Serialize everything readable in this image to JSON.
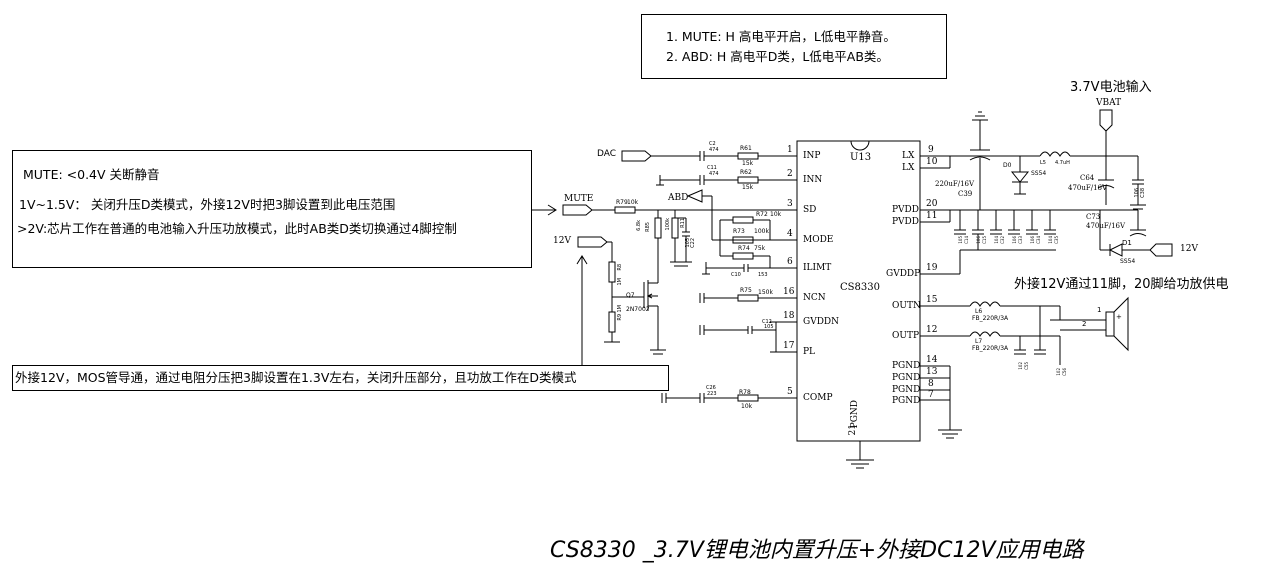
{
  "title": "CS8330 _3.7V锂电池内置升压+外接DC12V应用电路",
  "notes": {
    "mode_note": [
      "1. MUTE: H 高电平开启，L低电平静音。",
      "2. ABD: H 高电平D类，L低电平AB类。"
    ],
    "mute_note": [
      "MUTE: <0.4V 关断静音",
      "1V~1.5V： 关闭升压D类模式，外接12V时把3脚设置到此电压范围",
      ">2V:芯片工作在普通的电池输入升压功放模式，此时AB类D类切换通过4脚控制"
    ],
    "ext12v_note": "外接12V，MOS管导通，通过电阻分压把3脚设置在1.3V左右，关闭升压部分，且功放工作在D类模式"
  },
  "annotations": {
    "battery_input": "3.7V电池输入",
    "pin11_note": "外接12V通过11脚，20脚给功放供电"
  },
  "ic": {
    "ref": "U13",
    "part": "CS8330",
    "pgnd_bottom": "PGND",
    "left_pins": [
      {
        "num": "1",
        "name": "INP"
      },
      {
        "num": "2",
        "name": "INN"
      },
      {
        "num": "3",
        "name": "SD"
      },
      {
        "num": "4",
        "name": "MODE"
      },
      {
        "num": "6",
        "name": "ILIMT"
      },
      {
        "num": "16",
        "name": "NCN"
      },
      {
        "num": "18",
        "name": "GVDDN"
      },
      {
        "num": "17",
        "name": "PL"
      },
      {
        "num": "5",
        "name": "COMP"
      }
    ],
    "right_pins": [
      {
        "num": "9",
        "name": "LX"
      },
      {
        "num": "10",
        "name": "LX"
      },
      {
        "num": "20",
        "name": "PVDD"
      },
      {
        "num": "11",
        "name": "PVDD"
      },
      {
        "num": "19",
        "name": "GVDDP"
      },
      {
        "num": "15",
        "name": "OUTN"
      },
      {
        "num": "12",
        "name": "OUTP"
      },
      {
        "num": "14",
        "name": "PGND"
      },
      {
        "num": "13",
        "name": "PGND"
      },
      {
        "num": "8",
        "name": "PGND"
      },
      {
        "num": "7",
        "name": "PGND"
      }
    ],
    "bottom_pin": "21"
  },
  "nets": {
    "dac": "DAC",
    "mute": "MUTE",
    "abd": "ABD",
    "v12_left": "12V",
    "v12_right": "12V",
    "vbat": "VBAT"
  },
  "parts": {
    "C2": {
      "ref": "C2",
      "value": "474"
    },
    "C11": {
      "ref": "C11",
      "value": "474"
    },
    "R61": {
      "ref": "R61",
      "value": "15k"
    },
    "R62": {
      "ref": "R62",
      "value": "15k"
    },
    "R79": {
      "ref": "R79",
      "value": "10k"
    },
    "R85": {
      "ref": "R85",
      "value": "6.8k"
    },
    "R11": {
      "ref": "R11",
      "value": "100k"
    },
    "C22": {
      "ref": "C22",
      "value": "105"
    },
    "R72": {
      "ref": "R72",
      "value": "10k"
    },
    "R73": {
      "ref": "R73",
      "value": "100k"
    },
    "R74": {
      "ref": "R74",
      "value": "75k"
    },
    "C10": {
      "ref": "C10",
      "value": "153"
    },
    "R8": {
      "ref": "R8",
      "value": "1M"
    },
    "R9": {
      "ref": "R9",
      "value": "1M"
    },
    "Q7": {
      "ref": "Q7",
      "value": "2N7002"
    },
    "R75": {
      "ref": "R75",
      "value": "150k"
    },
    "C12": {
      "ref": "C12",
      "value": "105"
    },
    "C26": {
      "ref": "C26",
      "value": "223"
    },
    "R78": {
      "ref": "R78",
      "value": "10k"
    },
    "C39": {
      "ref": "C39",
      "value": "220uF/16V"
    },
    "D0": {
      "ref": "D0",
      "value": "SS54"
    },
    "L5": {
      "ref": "L5",
      "value": "4.7uH"
    },
    "C64": {
      "ref": "C64",
      "value": "470uF/16V"
    },
    "C38": {
      "ref": "C38",
      "value": "106"
    },
    "C73": {
      "ref": "C73",
      "value": "470uF/16V"
    },
    "D1": {
      "ref": "D1",
      "value": "SS54"
    },
    "C14": {
      "ref": "C14",
      "value": "105"
    },
    "C15": {
      "ref": "C15",
      "value": "106"
    },
    "C32": {
      "ref": "C32",
      "value": "104"
    },
    "C33": {
      "ref": "C33",
      "value": "106"
    },
    "C34": {
      "ref": "C34",
      "value": "106"
    },
    "C35": {
      "ref": "C35",
      "value": "104"
    },
    "L6": {
      "ref": "L6",
      "value": "FB_220R/3A"
    },
    "L7": {
      "ref": "L7",
      "value": "FB_220R/3A"
    },
    "C55": {
      "ref": "C55",
      "value": "102"
    },
    "C56": {
      "ref": "C56",
      "value": "102"
    },
    "SPK": {
      "ref": "",
      "value": "+"
    }
  },
  "speaker_pins": {
    "p1": "1",
    "p2": "2"
  }
}
